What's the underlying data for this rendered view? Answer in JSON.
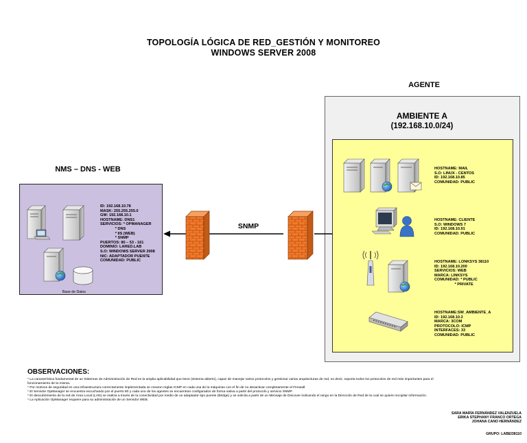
{
  "title": {
    "line1": "TOPOLOGÍA LÓGICA DE RED_GESTIÓN Y MONITOREO",
    "line2": "WINDOWS SERVER 2008"
  },
  "agent_label": "AGENTE",
  "ambiente": {
    "name": "AMBIENTE A",
    "network": "(192.168.10.0/24)"
  },
  "nms": {
    "label": "NMS – DNS - WEB",
    "info": "ID: 192.168.10.78\nMASK: 255.255.255.0\nGW: 192.168.10.1\nHOSTNAME: DNS1\nSERVICIOS: * OPMANAGER\n              * DNS\n              * IIS (WEB)\n              * SNMP\nPUERTOS: 80 – 53 - 161\nDOMINIO: LARED.LAB\nS.O: WINDOWS SERVER 2008\nNIC: ADAPTADOR PUENTE\nCOMUNIDAD: PUBLIC",
    "db_label": "Base de Datos"
  },
  "link_label": "SNMP",
  "hosts": {
    "mail": "HOSTNAME: MAIL\nS.O: LINUX - CENTOS\nID: 192.168.10.85\nCOMUNIDAD: PUBLIC",
    "cliente": "HOSTNAME: CLIENTE\nS.O: WINDOWS 7\nID: 192.168.10.91\nCOMUNIDAD: PUBLIC",
    "linksys": "HOSTNAME: LONKSYS 38110\nID: 192.168.10.200\nSERVICIOS: WEB\nMARCA: LINKSYS\nCOMUNIDAD: * PUBLIC\n                   * PRIVATE",
    "switch": "HOSTNAME:SW_AMBIENTE_A\nID: 192.168.10.3\nMARCA: 3COM\nPROTOCOLO: ICMP\nINTERFACES: 33\nCOMUNIDAD: PUBLIC"
  },
  "observaciones": {
    "heading": "OBSERVACIONES:",
    "items": [
      "* La característica fundamental de un Sistemas de Administración de Red es la amplia aplicabilidad que tiene (sistema abierto), capaz de manejar varios protocolos y gestionar varias arquitecturas de red, es decir, soporta todos los protocolos de red más importantes para el",
      "  funcionamiento de la misma.",
      "* Por motivos de seguridad en una infraestructura correctamente implementada se crearon reglas ICMP en cada una de la máquinas con el fin de no desactivar completamente el Firewall.",
      "* El Servidor OpManager se encuentra escuchando por el puerto 80 y cada uno de los agentes se encuentran configurados de forma nativa a partir del protocolo y servicio SNMP.",
      "* El descubrimiento de la red de Área Local (LAN) se realiza a través de la conectividad por medio de un adaptador tipo puente (Bridge) y se solicita a partir de un Mensaje de Discover indicando el rango en la Dirección de Red de la cual se quiere recopilar información.",
      "* La Aplicación OpManager requiere para su administración de un Servidor WEB."
    ]
  },
  "authors": [
    "SARA MARÍA FERNÁNDEZ VALENZUELA",
    "ERIKA STEPHANY FRANCO ORTEGA",
    "JOHANA CANO HERNÁNDEZ"
  ],
  "group": "GRUPO: LABEI38110",
  "colors": {
    "nms_bg": "#ccc0e0",
    "ambiente_bg": "#ffff99",
    "agent_bg": "#f0f0f0",
    "firewall": "#f07a2a"
  }
}
